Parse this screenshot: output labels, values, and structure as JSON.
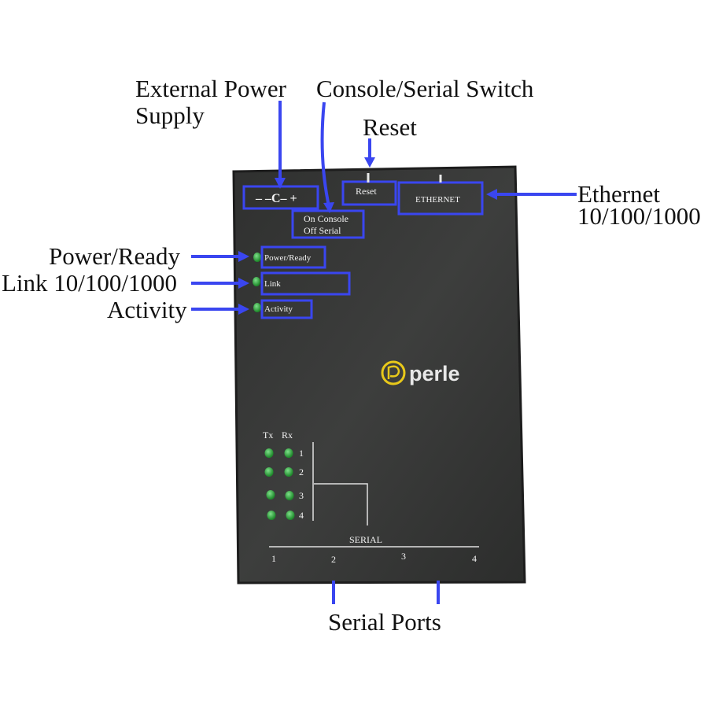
{
  "callouts": {
    "external_power_1": "External Power",
    "external_power_2": "Supply",
    "console_serial_switch": "Console/Serial Switch",
    "reset": "Reset",
    "ethernet_1": "Ethernet",
    "ethernet_2": "10/100/1000",
    "power_ready": "Power/Ready",
    "link": "Link 10/100/1000",
    "activity": "Activity",
    "serial_ports": "Serial Ports"
  },
  "device": {
    "power_connector": "– –C– +",
    "reset_label": "Reset",
    "ethernet_label": "ETHERNET",
    "switch_label_on": "On Console",
    "switch_label_off": "Off Serial",
    "led_power_label": "Power/Ready",
    "led_link_label": "Link",
    "led_activity_label": "Activity",
    "brand": "perle",
    "tx_header": "Tx",
    "rx_header": "Rx",
    "serial_rows": [
      "1",
      "2",
      "3",
      "4"
    ],
    "serial_label": "SERIAL",
    "port_numbers": [
      "1",
      "2",
      "3",
      "4"
    ]
  },
  "colors": {
    "callout_blue": "#3a46f0",
    "led_green": "#2fa63a",
    "device_body": "#3a3b3a",
    "logo_yellow": "#e8c81a"
  }
}
